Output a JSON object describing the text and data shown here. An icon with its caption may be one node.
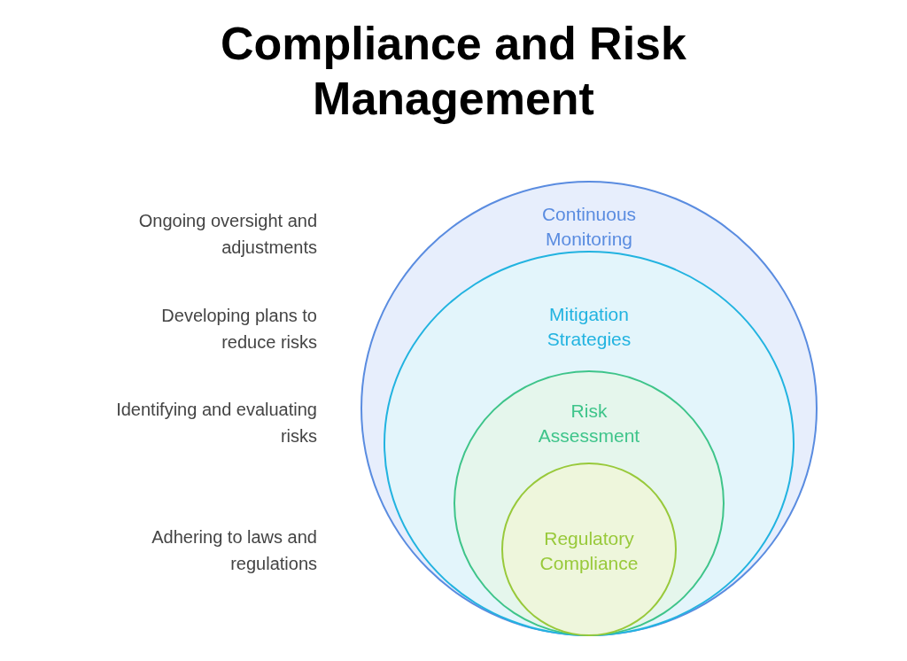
{
  "diagram": {
    "title": "Compliance and Risk Management",
    "nodes": [
      {
        "text": [
          "Continuous Monitoring"
        ]
      },
      {
        "text": [
          "Mitigation Strategies"
        ],
        "in": 0
      },
      {
        "text": [
          "Risk Assessment"
        ],
        "in": 1
      },
      {
        "text": [
          "Regulatory Compliance"
        ],
        "in": 2
      }
    ],
    "labels": [
      "Ongoing oversight and adjustments",
      "Developing plans to reduce risks",
      "Identifying and evaluating risks",
      "Adhering to laws and regulations"
    ]
  }
}
